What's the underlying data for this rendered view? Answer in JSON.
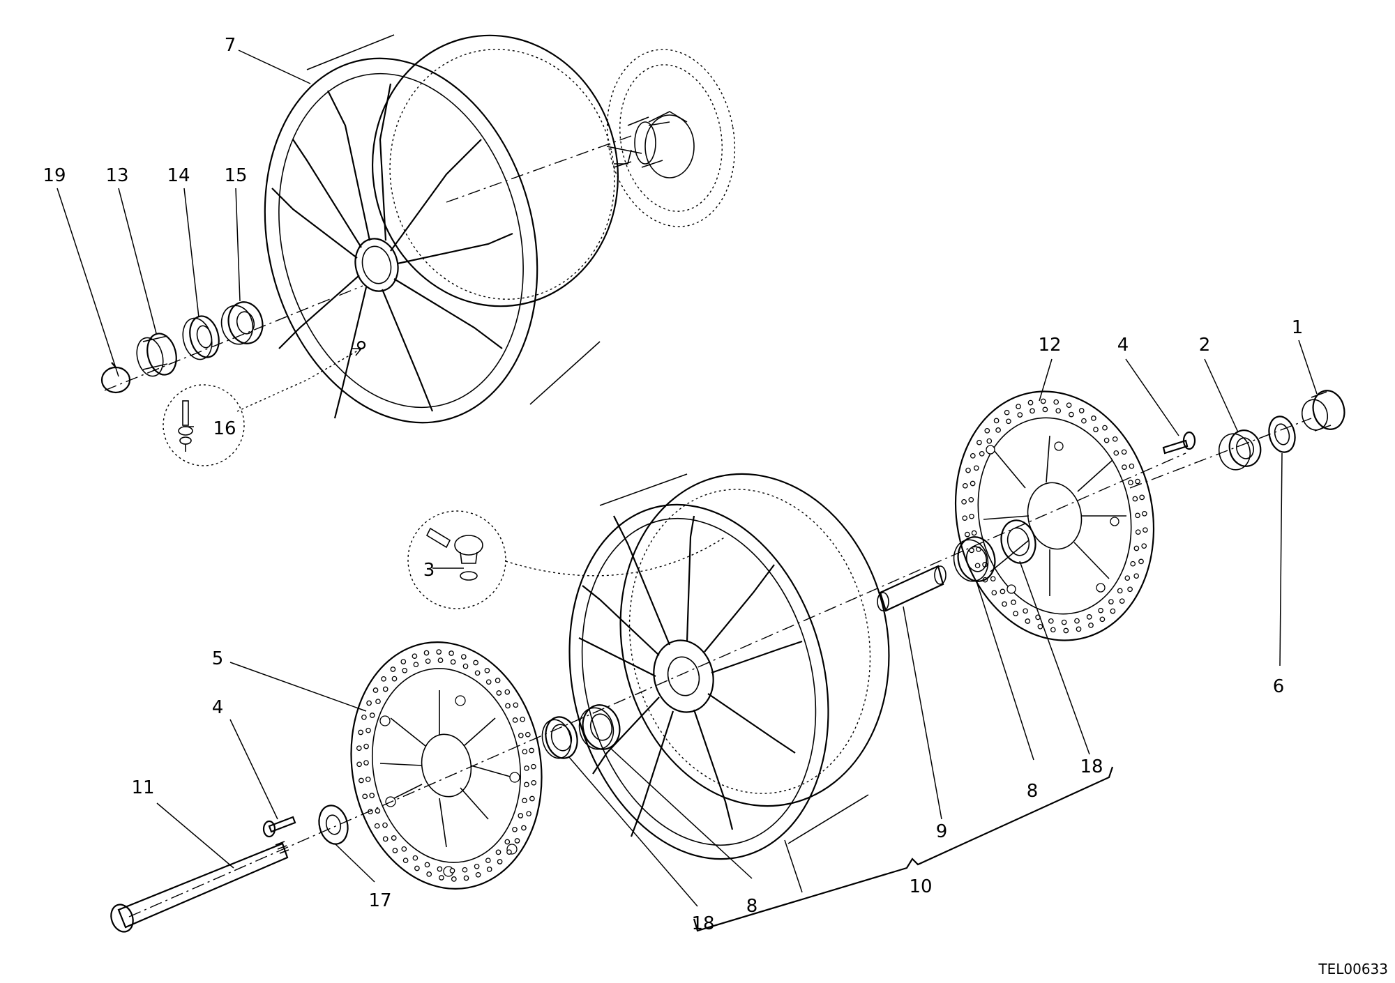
{
  "diagram": {
    "drawing_code": "TEL00633",
    "labels": [
      {
        "id": "p7",
        "text": "7"
      },
      {
        "id": "p19",
        "text": "19"
      },
      {
        "id": "p13",
        "text": "13"
      },
      {
        "id": "p14",
        "text": "14"
      },
      {
        "id": "p15",
        "text": "15"
      },
      {
        "id": "p16",
        "text": "16"
      },
      {
        "id": "p12",
        "text": "12"
      },
      {
        "id": "p4a",
        "text": "4"
      },
      {
        "id": "p2",
        "text": "2"
      },
      {
        "id": "p1",
        "text": "1"
      },
      {
        "id": "p3",
        "text": "3"
      },
      {
        "id": "p6",
        "text": "6"
      },
      {
        "id": "p5",
        "text": "5"
      },
      {
        "id": "p4b",
        "text": "4"
      },
      {
        "id": "p11",
        "text": "11"
      },
      {
        "id": "p17",
        "text": "17"
      },
      {
        "id": "p18a",
        "text": "18"
      },
      {
        "id": "p8a",
        "text": "8"
      },
      {
        "id": "p10",
        "text": "10"
      },
      {
        "id": "p9",
        "text": "9"
      },
      {
        "id": "p8b",
        "text": "8"
      },
      {
        "id": "p18b",
        "text": "18"
      }
    ]
  }
}
